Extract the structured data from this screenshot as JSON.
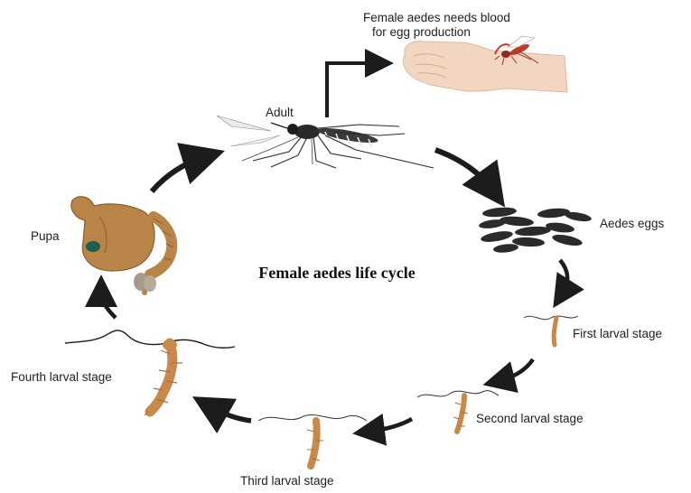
{
  "title": "Female aedes life cycle",
  "labels": {
    "blood_note_line1": "Female aedes needs blood",
    "blood_note_line2": "for egg production",
    "adult": "Adult",
    "eggs": "Aedes eggs",
    "first_larval": "First larval stage",
    "second_larval": "Second larval stage",
    "third_larval": "Third larval stage",
    "fourth_larval": "Fourth larval stage",
    "pupa": "Pupa"
  },
  "colors": {
    "arrow": "#1c1c1c",
    "larva": "#c8894a",
    "pupa": "#b98448",
    "egg": "#2b2b2b",
    "mosquito": "#2a2a2a",
    "skin": "#f3d6c2",
    "mosquito_red": "#c0392b"
  }
}
